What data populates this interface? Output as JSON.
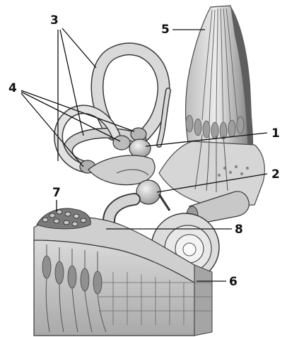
{
  "labels": [
    {
      "id": "1",
      "text": "1"
    },
    {
      "id": "2",
      "text": "2"
    },
    {
      "id": "3",
      "text": "3"
    },
    {
      "id": "4",
      "text": "4"
    },
    {
      "id": "5",
      "text": "5"
    },
    {
      "id": "6",
      "text": "6"
    },
    {
      "id": "7",
      "text": "7"
    },
    {
      "id": "8",
      "text": "8"
    }
  ],
  "colors": {
    "background": "#ffffff",
    "tissue_light": "#e4e4e4",
    "tissue_mid": "#bdbdbd",
    "tissue_dark": "#6e6e6e",
    "outline": "#3a3a3a",
    "leader_lines": "#111111"
  }
}
